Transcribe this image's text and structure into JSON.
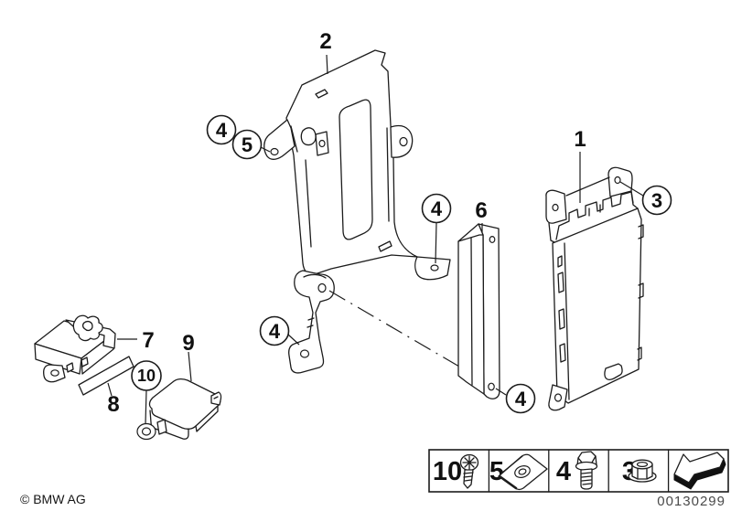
{
  "page": {
    "background": "#ffffff",
    "line_color": "#1c1c1c"
  },
  "labels": {
    "part1": "1",
    "part2": "2",
    "part6": "6",
    "part7": "7",
    "part8": "8",
    "part9": "9"
  },
  "callouts": {
    "bolt_upper_left": "4",
    "clip_upper_left": "5",
    "bolt_lower_bracket": "4",
    "bolt_shelf": "4",
    "bolt_holder": "4",
    "nut_module": "3",
    "screw_sensor": "10"
  },
  "legend": {
    "items": [
      {
        "number": "10",
        "icon": "phillips-screw-icon"
      },
      {
        "number": "5",
        "icon": "clip-nut-icon"
      },
      {
        "number": "4",
        "icon": "hex-bolt-icon"
      },
      {
        "number": "3",
        "icon": "flange-nut-icon"
      },
      {
        "icon": "back-arrow-icon"
      }
    ]
  },
  "footer": {
    "copyright": "© BMW AG",
    "image_number": "00130299"
  }
}
